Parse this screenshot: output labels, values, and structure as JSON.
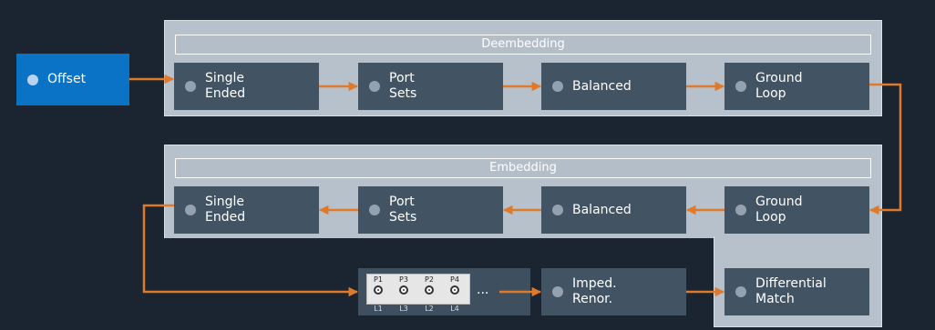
{
  "offset": {
    "label": "Offset"
  },
  "deembedding": {
    "title": "Deembedding",
    "blocks": [
      {
        "label": "Single\nEnded"
      },
      {
        "label": "Port\nSets"
      },
      {
        "label": "Balanced"
      },
      {
        "label": "Ground\nLoop"
      }
    ]
  },
  "embedding": {
    "title": "Embedding",
    "blocks": [
      {
        "label": "Single\nEnded"
      },
      {
        "label": "Port\nSets"
      },
      {
        "label": "Balanced"
      },
      {
        "label": "Ground\nLoop"
      }
    ]
  },
  "ports": {
    "port_labels": [
      "P1",
      "P3",
      "P2",
      "P4"
    ],
    "lane_labels": [
      "L1",
      "L3",
      "L2",
      "L4"
    ],
    "more": "..."
  },
  "imped": {
    "label": "Imped.\nRenor."
  },
  "diff_match": {
    "label": "Differential\nMatch"
  },
  "colors": {
    "arrow": "#e07a2a",
    "panel": "#b7c1cb",
    "block": "#425464",
    "offset": "#0a73c5",
    "background": "#1b2531"
  }
}
